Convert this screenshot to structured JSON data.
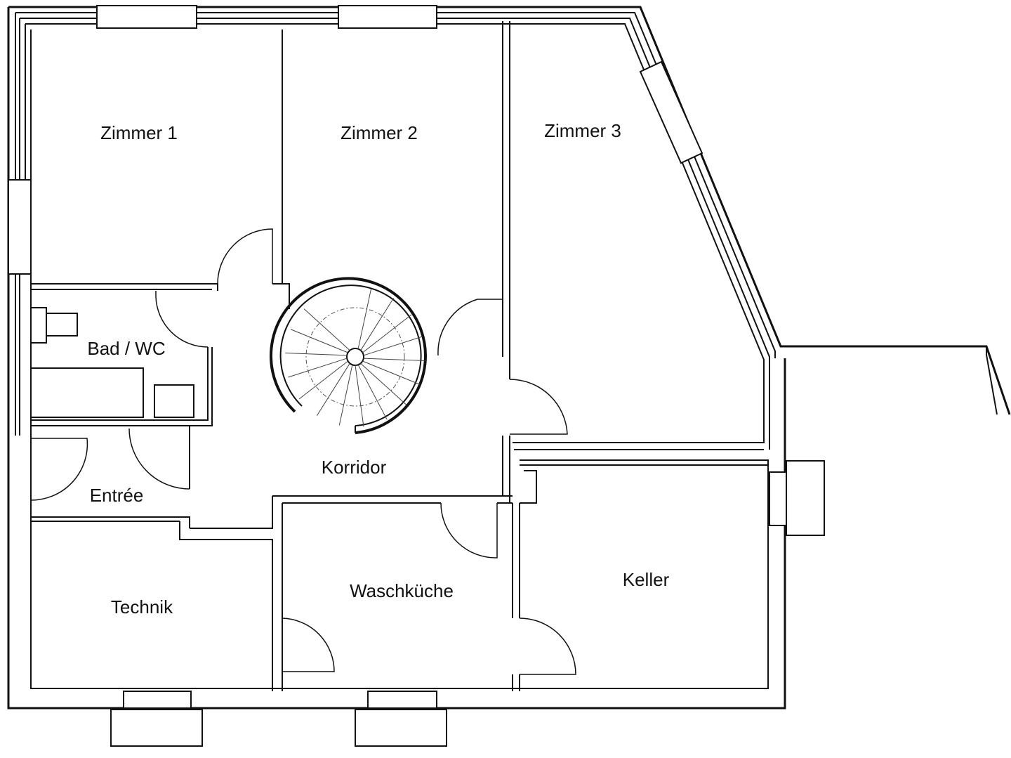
{
  "rooms": {
    "zimmer1": "Zimmer 1",
    "zimmer2": "Zimmer 2",
    "zimmer3": "Zimmer 3",
    "bad": "Bad / WC",
    "entree": "Entrée",
    "korridor": "Korridor",
    "technik": "Technik",
    "waschkueche": "Waschküche",
    "keller": "Keller"
  },
  "colors": {
    "line": "#111111",
    "background": "#ffffff"
  }
}
